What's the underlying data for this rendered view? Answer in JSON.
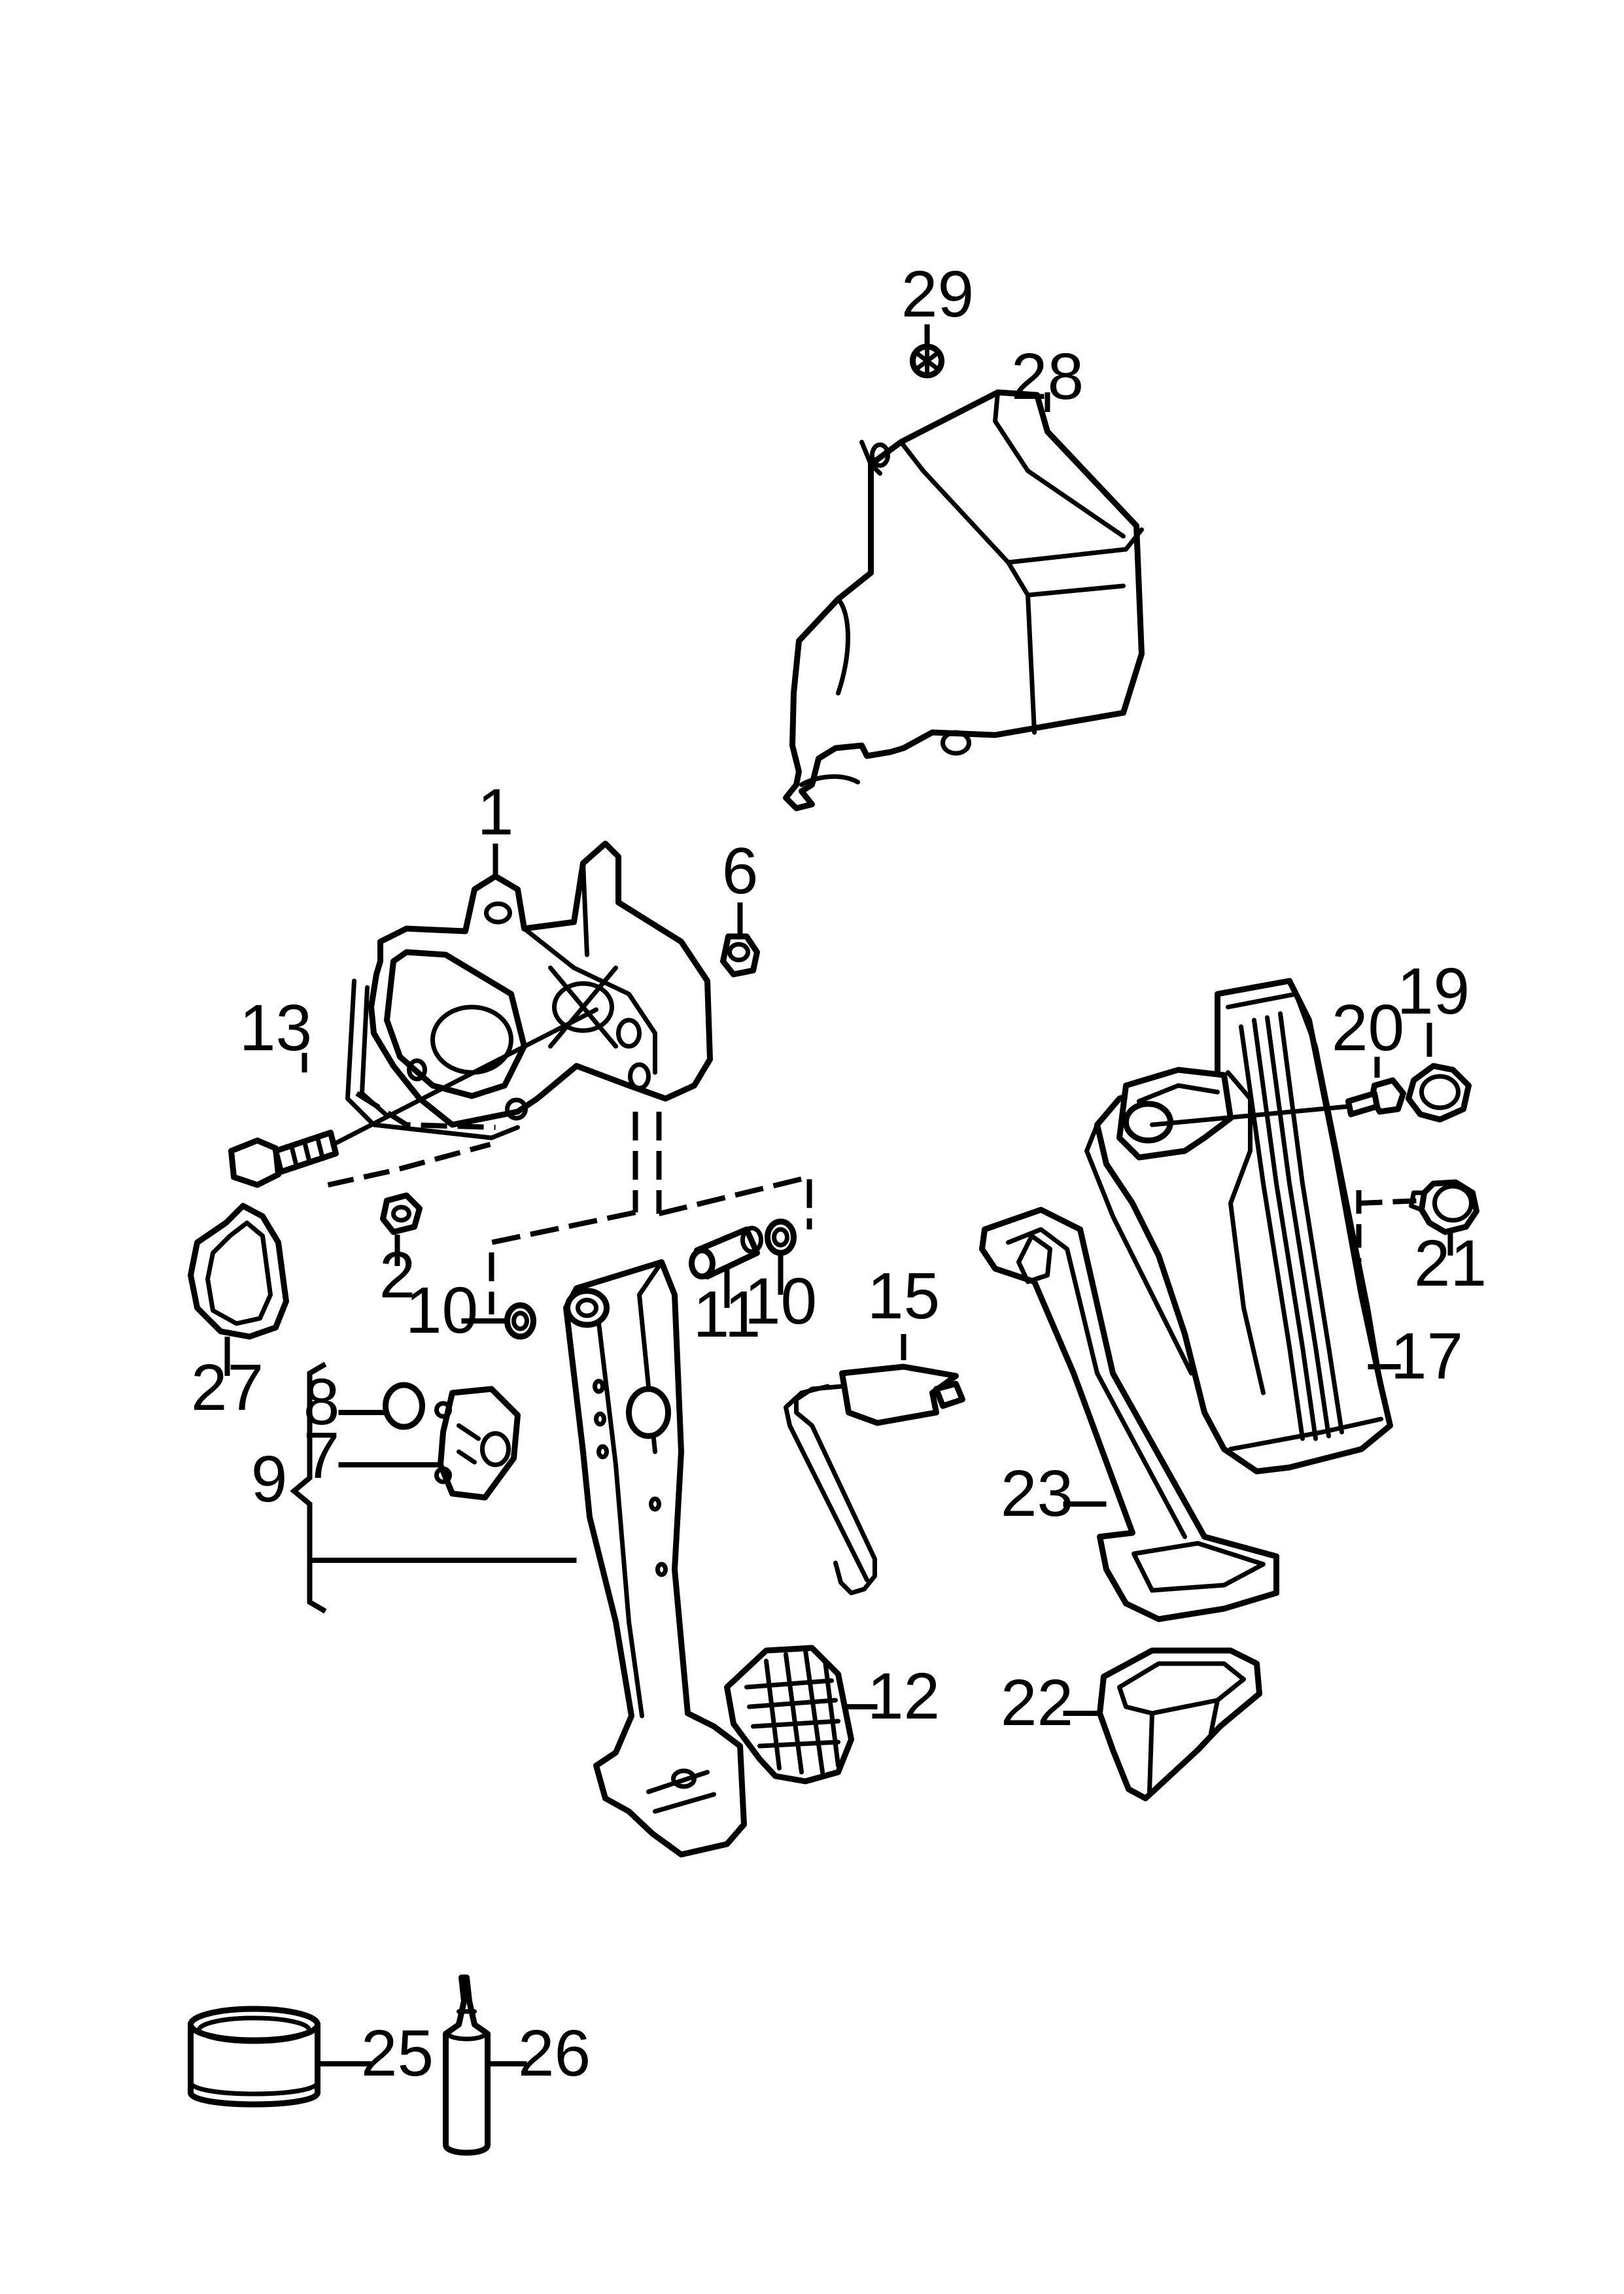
{
  "colors": {
    "line": "#000000",
    "background": "#ffffff"
  },
  "callouts": {
    "c1": "1",
    "c2": "2",
    "c6": "6",
    "c7": "7",
    "c8": "8",
    "c9": "9",
    "c10a": "10",
    "c10b": "10",
    "c11": "11",
    "c12": "12",
    "c13": "13",
    "c15": "15",
    "c17": "17",
    "c19": "19",
    "c20": "20",
    "c21": "21",
    "c22": "22",
    "c23": "23",
    "c25": "25",
    "c26": "26",
    "c27": "27",
    "c28": "28",
    "c29": "29"
  }
}
